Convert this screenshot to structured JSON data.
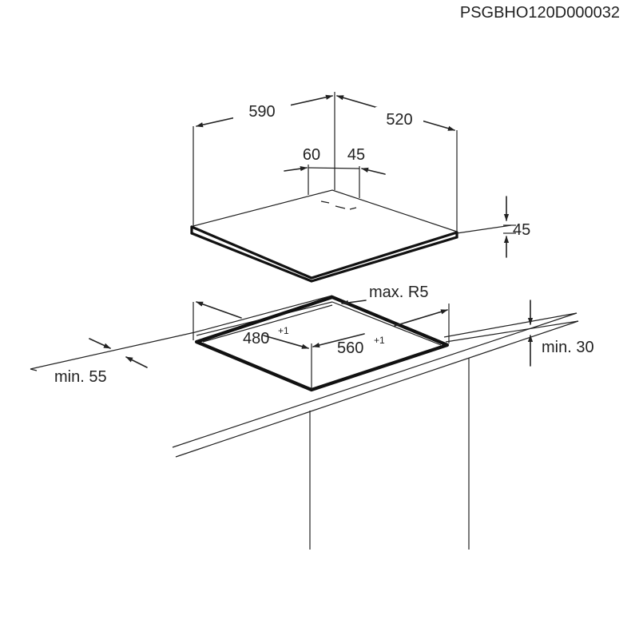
{
  "header": {
    "code": "PSGBHO120D000032"
  },
  "hob": {
    "width": "590",
    "depth": "520",
    "offset_left": "60",
    "offset_right": "45",
    "height": "45"
  },
  "cutout": {
    "radius": "max. R5",
    "depth": "480",
    "depth_tol": "+1",
    "width": "560",
    "width_tol": "+1",
    "front_gap": "min. 55",
    "back_gap": "min. 30"
  }
}
